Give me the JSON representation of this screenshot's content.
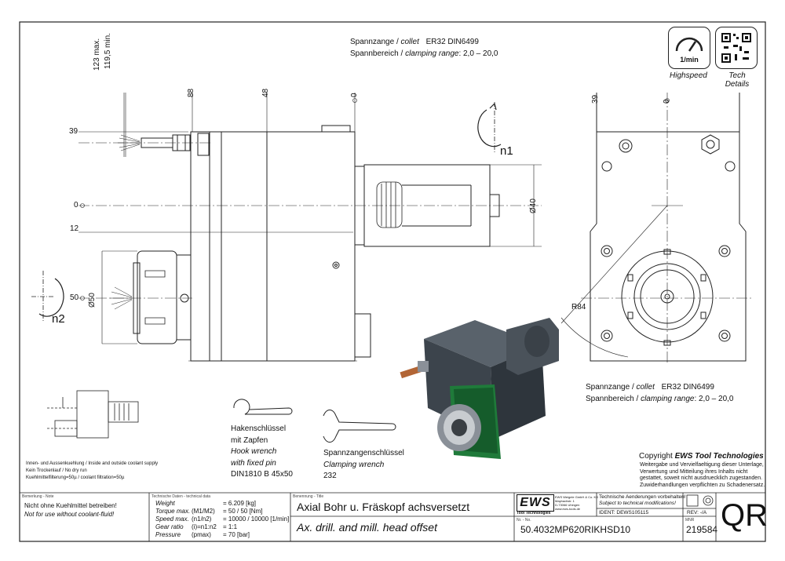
{
  "collet_spec": {
    "line1_de": "Spannzange /",
    "line1_en": "collet",
    "line1_val": "ER32    DIN6499",
    "line2_de": "Spannbereich /",
    "line2_en": "clamping range",
    "line2_val": ": 2,0 – 20,0"
  },
  "badges": {
    "speed_label": "1/min",
    "highspeed": "Highspeed",
    "tech_details": "Tech Details"
  },
  "dimensions": {
    "d123": "123 max.",
    "d1195": "119,5 min.",
    "d88": "88",
    "d48": "48",
    "d0_top": "0",
    "d39": "39",
    "d0": "0",
    "d12": "12",
    "d50": "50",
    "dia40": "Ø40",
    "dia50": "Ø50",
    "n1": "n1",
    "n2": "n2",
    "rv39": "39",
    "rv0": "0",
    "r84": "R84"
  },
  "hook_wrench": {
    "de1": "Hakenschlüssel",
    "de2": "mit Zapfen",
    "en1": "Hook wrench",
    "en2": "with fixed pin",
    "spec": "DIN1810  B  45x50"
  },
  "clamping_wrench": {
    "de": "Spannzangenschlüssel",
    "en": "Clamping wrench",
    "num": "232"
  },
  "coolant_notes": [
    "Innen- und Aussenkuehlung / Inside and outside coolant supply",
    "Kein Trockenlauf / No dry run",
    "Kuehlmittelfilterung=50µ / coolant filtration=50µ"
  ],
  "copyright": {
    "title_prefix": "Copyright",
    "brand": "EWS Tool Technologies",
    "lines": [
      "Weitergabe und Vervielfaeltigung dieser Unterlage,",
      "Verwertung und Mitteilung ihres Inhalts nicht",
      "gestattet, soweit nicht ausdruecklich zugestanden.",
      "Zuwiderhandlungen verpflichten zu Schadenersatz."
    ]
  },
  "title_block": {
    "note_label": "Bemerkung - Note",
    "note_de": "Nicht ohne Kuehlmittel betreiben!",
    "note_en": "Not for use without coolant-fluid!",
    "tech_label": "Technische Daten - technical data",
    "tech_rows": [
      {
        "k": "Weight",
        "s": "",
        "v": "=  6.209 [kg]"
      },
      {
        "k": "Torque max.",
        "s": "(M1/M2)",
        "v": "=  50 / 50 [Nm]"
      },
      {
        "k": "Speed max.",
        "s": "(n1/n2)",
        "v": "=  10000 / 10000 [1/min]"
      },
      {
        "k": "Gear ratio",
        "s": "(i)=n1:n2",
        "v": "=  1:1"
      },
      {
        "k": "Pressure",
        "s": "(pmax)",
        "v": "=  70 [bar]"
      }
    ],
    "title_label": "Benennung - Title",
    "title_de": "Axial Bohr u. Fräskopf achsversetzt",
    "title_en": "Ax. drill. and mill. head offset",
    "logo": "EWS",
    "logo_sub": "Tool Technologies",
    "company_lines": [
      "EWS Weigele GmbH & Co. KG",
      "Maybachstr. 1",
      "D-73066 Uhingen",
      "www.ews-tools.de"
    ],
    "change_de": "Technische Aenderungen vorbehalten!",
    "change_en": "Subject to technical modifications!",
    "ident": "IDENT:  DEWS105115",
    "nr_label": "Nr. - No.",
    "part_no": "50.4032MP620RIKHSD10",
    "rev": "REV:  -/A",
    "mnr_label": "MNR",
    "mnr": "219584",
    "qr": "QR"
  },
  "colors": {
    "line": "#1a1a1a",
    "body_dark": "#3c444c",
    "flange_green": "#1f7a3a"
  }
}
